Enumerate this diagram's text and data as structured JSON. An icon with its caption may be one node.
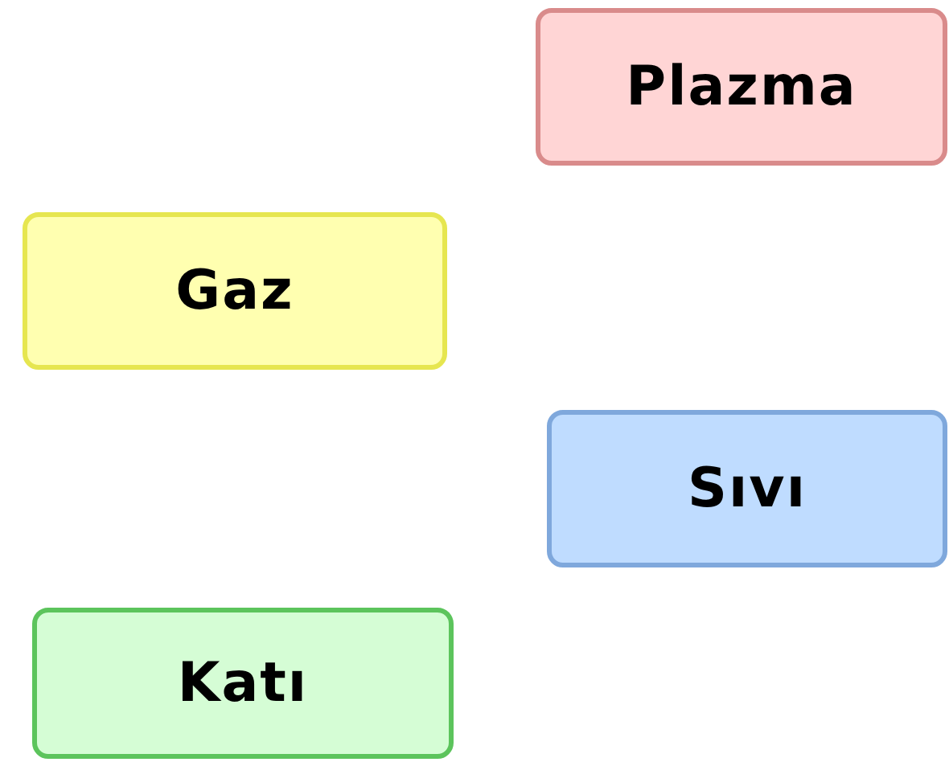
{
  "diagram": {
    "nodes": [
      {
        "text": [
          "Plazma"
        ]
      },
      {
        "text": [
          "Gaz"
        ]
      },
      {
        "text": [
          "Sıvı"
        ]
      },
      {
        "text": [
          "Katı"
        ]
      }
    ]
  }
}
